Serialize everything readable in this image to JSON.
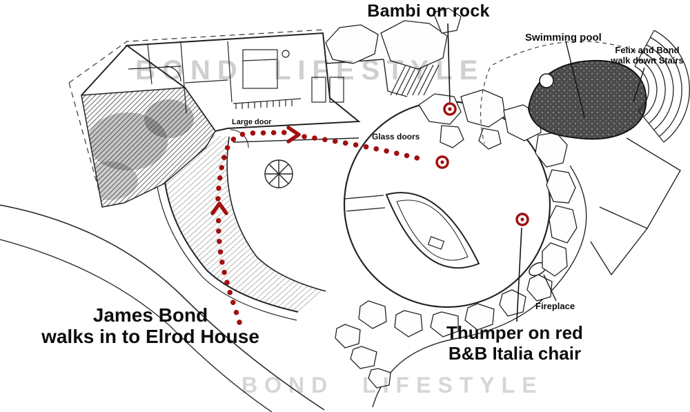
{
  "watermarks": {
    "top": "BOND LIFESTYLE",
    "bottom": "BOND LIFESTYLE"
  },
  "annotations": {
    "bambi": {
      "label": "Bambi on rock"
    },
    "swimming_pool": {
      "label": "Swimming pool"
    },
    "felix": {
      "line1": "Felix and Bond",
      "line2": "walk down Stairs"
    },
    "large_door": {
      "label": "Large door"
    },
    "glass_doors": {
      "label": "Glass doors"
    },
    "james_bond": {
      "line1": "James Bond",
      "line2": "walks in to Elrod House"
    },
    "thumper": {
      "line1": "Thumper on red",
      "line2": "B&B Italia chair"
    },
    "fireplace": {
      "label": "Fireplace"
    }
  },
  "colors": {
    "path_red": "#a01010",
    "pool_dark": "#4b4b4b",
    "watermark_gray": "#cfcfcf",
    "line_black": "#1a1a1a"
  }
}
